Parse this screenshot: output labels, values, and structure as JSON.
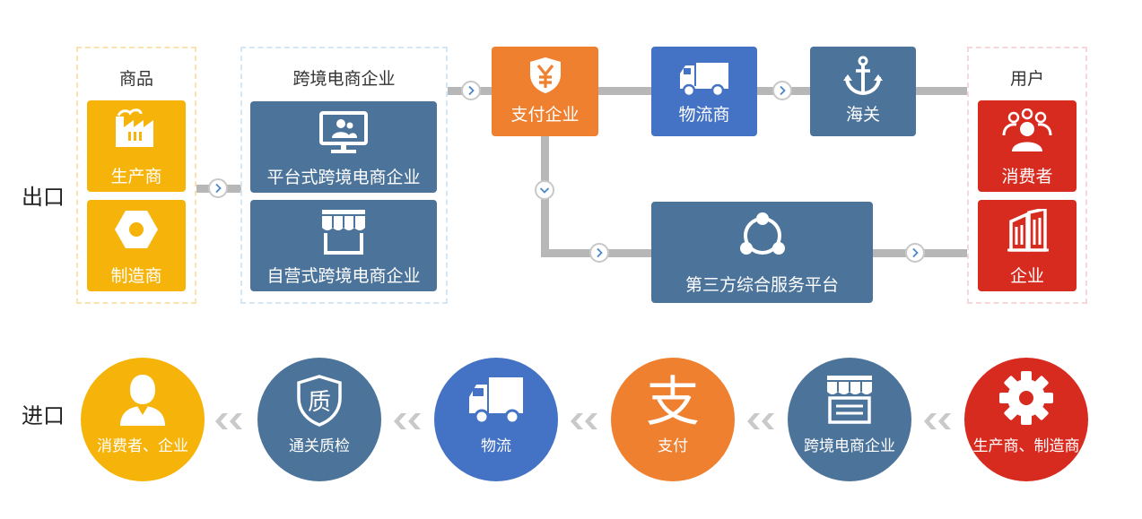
{
  "colors": {
    "yellow": "#f6b40a",
    "steel": "#4c739a",
    "orange": "#ef8030",
    "blue": "#4472c4",
    "red": "#d72b20",
    "line": "#b7b7b7"
  },
  "export": {
    "row_label": "出口",
    "goods": {
      "title": "商品",
      "items": [
        {
          "label": "生产商",
          "icon": "factory-icon"
        },
        {
          "label": "制造商",
          "icon": "nut-icon"
        }
      ]
    },
    "ecommerce": {
      "title": "跨境电商企业",
      "items": [
        {
          "label": "平台式跨境电商企业",
          "icon": "monitor-icon"
        },
        {
          "label": "自营式跨境电商企业",
          "icon": "store-icon"
        }
      ]
    },
    "chain": [
      {
        "label": "支付企业",
        "icon": "yen-shield-icon"
      },
      {
        "label": "物流商",
        "icon": "truck-icon"
      },
      {
        "label": "海关",
        "icon": "anchor-icon"
      }
    ],
    "platform": {
      "label": "第三方综合服务平台",
      "icon": "network-icon"
    },
    "users": {
      "title": "用户",
      "items": [
        {
          "label": "消费者",
          "icon": "people-icon"
        },
        {
          "label": "企业",
          "icon": "building-icon"
        }
      ]
    }
  },
  "import": {
    "row_label": "进口",
    "steps": [
      {
        "label": "消费者、企业",
        "icon": "person-icon"
      },
      {
        "label": "通关质检",
        "icon": "quality-shield-icon",
        "glyph": "质"
      },
      {
        "label": "物流",
        "icon": "truck-icon"
      },
      {
        "label": "支付",
        "icon": "alipay-icon",
        "glyph": "支"
      },
      {
        "label": "跨境电商企业",
        "icon": "shop-icon"
      },
      {
        "label": "生产商、制造商",
        "icon": "gear-icon"
      }
    ]
  }
}
